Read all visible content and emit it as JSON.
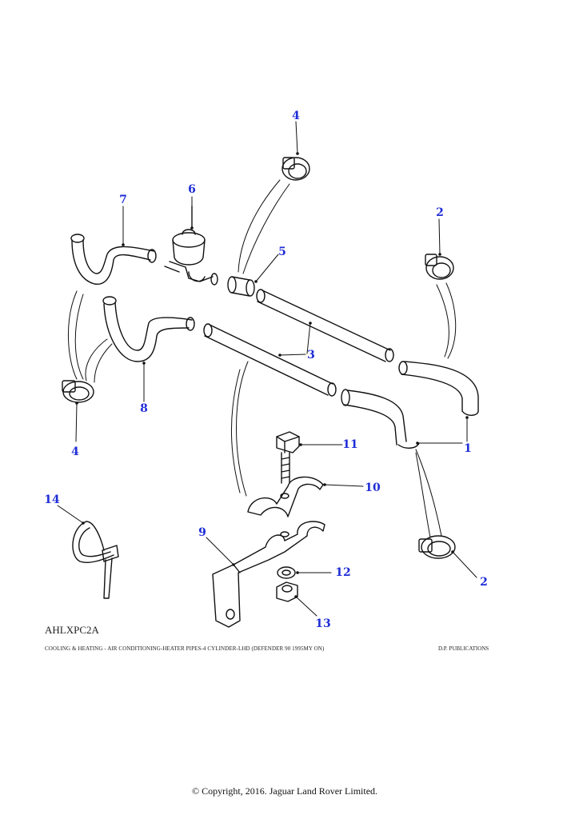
{
  "diagram": {
    "reference_code": "AHLXPC2A",
    "caption": "COOLING & HEATING - AIR CONDITIONING-HEATER PIPES-4 CYLINDER-LHD (DEFENDER 90 1995MY ON)",
    "publisher": "D.P. PUBLICATIONS",
    "callout_color": "#1f2dd6",
    "callouts": [
      {
        "id": "c4a",
        "label": "4"
      },
      {
        "id": "c6",
        "label": "6"
      },
      {
        "id": "c7",
        "label": "7"
      },
      {
        "id": "c2a",
        "label": "2"
      },
      {
        "id": "c5",
        "label": "5"
      },
      {
        "id": "c3",
        "label": "3"
      },
      {
        "id": "c8",
        "label": "8"
      },
      {
        "id": "c4b",
        "label": "4"
      },
      {
        "id": "c1",
        "label": "1"
      },
      {
        "id": "c11",
        "label": "11"
      },
      {
        "id": "c10",
        "label": "10"
      },
      {
        "id": "c14",
        "label": "14"
      },
      {
        "id": "c9",
        "label": "9"
      },
      {
        "id": "c12",
        "label": "12"
      },
      {
        "id": "c2b",
        "label": "2"
      },
      {
        "id": "c13",
        "label": "13"
      }
    ]
  },
  "footer": {
    "copyright": "© Copyright, 2016. Jaguar Land Rover Limited."
  }
}
